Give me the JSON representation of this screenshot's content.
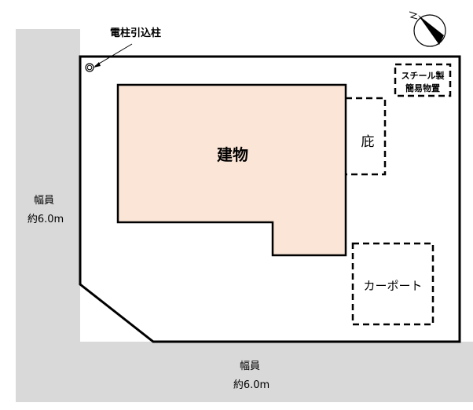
{
  "labels": {
    "pole": "電柱引込柱",
    "building": "建物",
    "eave": "庇",
    "storage_line1": "スチール製",
    "storage_line2": "簡易物置",
    "carport": "カーポート",
    "road_left_line1": "幅員",
    "road_left_line2": "約6.0m",
    "road_bottom_line1": "幅員",
    "road_bottom_line2": "約6.0m"
  },
  "colors": {
    "road": "#d9d9d9",
    "building": "#fbe5d6",
    "outline": "#000000"
  },
  "icons": {
    "compass": "north-compass-icon",
    "pole": "utility-pole-icon"
  }
}
